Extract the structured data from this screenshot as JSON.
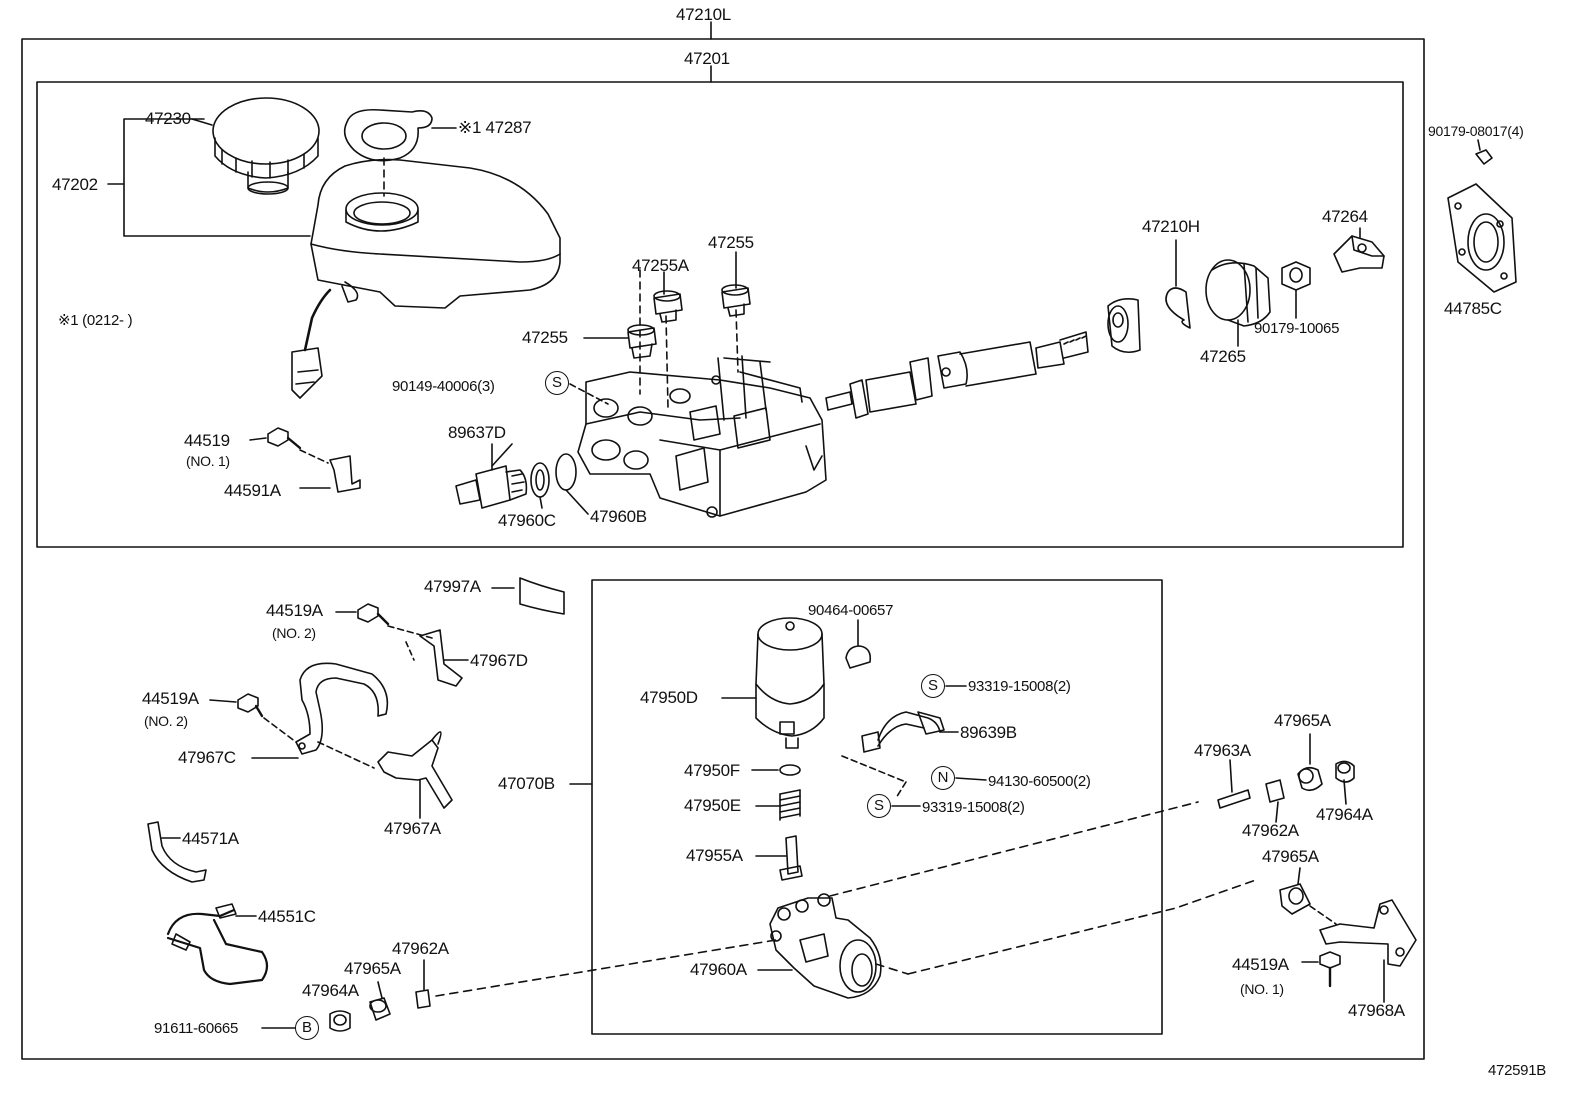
{
  "labels": {
    "assy_top": "47210L",
    "master_cyl": "47201",
    "cap": "47230",
    "reservoir": "47202",
    "gasket_287": "※1 47287",
    "note_1": "※1 (0212-      )",
    "plug_255a": "47255A",
    "plug_255_upper": "47255",
    "plug_255_lower": "47255",
    "bolt_90149": "90149-40006(3)",
    "bolt_44519": "44519",
    "no1_a": "(NO. 1)",
    "bracket_44591a": "44591A",
    "switch_89637d": "89637D",
    "gasket_47960c": "47960C",
    "oring_47960b": "47960B",
    "snap_47210h": "47210H",
    "boot_47265": "47265",
    "bracket_47264": "47264",
    "nut_90179_10065": "90179-10065",
    "nut_90179_08017": "90179-08017(4)",
    "gasket_44785c": "44785C",
    "band_47997a": "47997A",
    "bolt_44519a_top": "44519A",
    "no2_a": "(NO. 2)",
    "bracket_47967d": "47967D",
    "bolt_44519a_mid": "44519A",
    "no2_b": "(NO. 2)",
    "bracket_47967c": "47967C",
    "bracket_47967a": "47967A",
    "hose_44571a": "44571A",
    "harness_44551c": "44551C",
    "pump_assy_47070b": "47070B",
    "clip_90464": "90464-00657",
    "motor_47950d": "47950D",
    "screw_93319_top": "93319-15008(2)",
    "sensor_89639b": "89639B",
    "nut_94130": "94130-60500(2)",
    "screw_93319_bottom": "93319-15008(2)",
    "ring_47950f": "47950F",
    "spring_47950e": "47950E",
    "pin_47955a": "47955A",
    "pump_47960a": "47960A",
    "pin_47963a": "47963A",
    "cushion_47962a_right": "47962A",
    "cushion_47965a_top": "47965A",
    "cushion_47964a_right": "47964A",
    "cushion_47965a_mid": "47965A",
    "bolt_44519a_right": "44519A",
    "no1_b": "(NO. 1)",
    "bracket_47968a": "47968A",
    "cushion_47962a_left": "47962A",
    "cushion_47965a_left": "47965A",
    "cushion_47964a_left": "47964A",
    "bolt_91611": "91611-60665",
    "figure_id": "472591B"
  },
  "symbols": {
    "s1": "S",
    "s2": "S",
    "s3": "S",
    "n1": "N",
    "b1": "B"
  }
}
